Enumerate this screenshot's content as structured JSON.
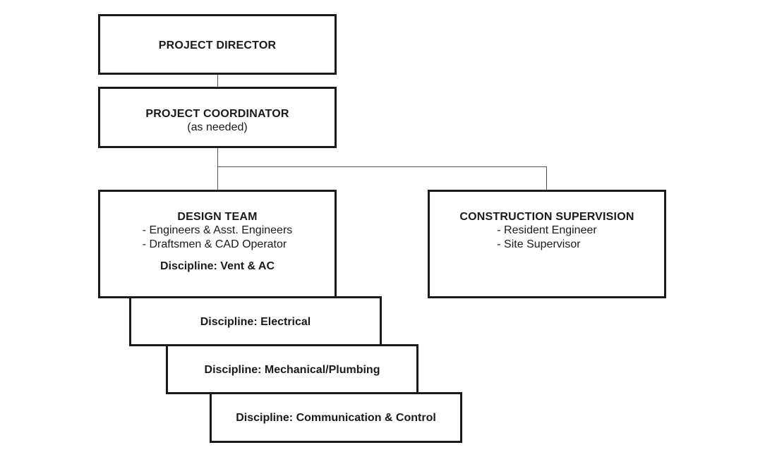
{
  "org_chart": {
    "director": {
      "title": "PROJECT DIRECTOR"
    },
    "coordinator": {
      "title": "PROJECT COORDINATOR",
      "note": "(as needed)"
    },
    "design_team": {
      "title": "DESIGN TEAM",
      "members": [
        "- Engineers & Asst. Engineers",
        "- Draftsmen & CAD Operator"
      ],
      "discipline": "Discipline: Vent & AC"
    },
    "construction_supervision": {
      "title": "CONSTRUCTION SUPERVISION",
      "members": [
        "- Resident Engineer",
        "- Site Supervisor"
      ]
    },
    "disciplines": [
      "Discipline: Electrical",
      "Discipline: Mechanical/Plumbing",
      "Discipline: Communication & Control"
    ]
  },
  "colors": {
    "border": "#1a1a1a",
    "connector": "#555555",
    "background": "#ffffff"
  }
}
